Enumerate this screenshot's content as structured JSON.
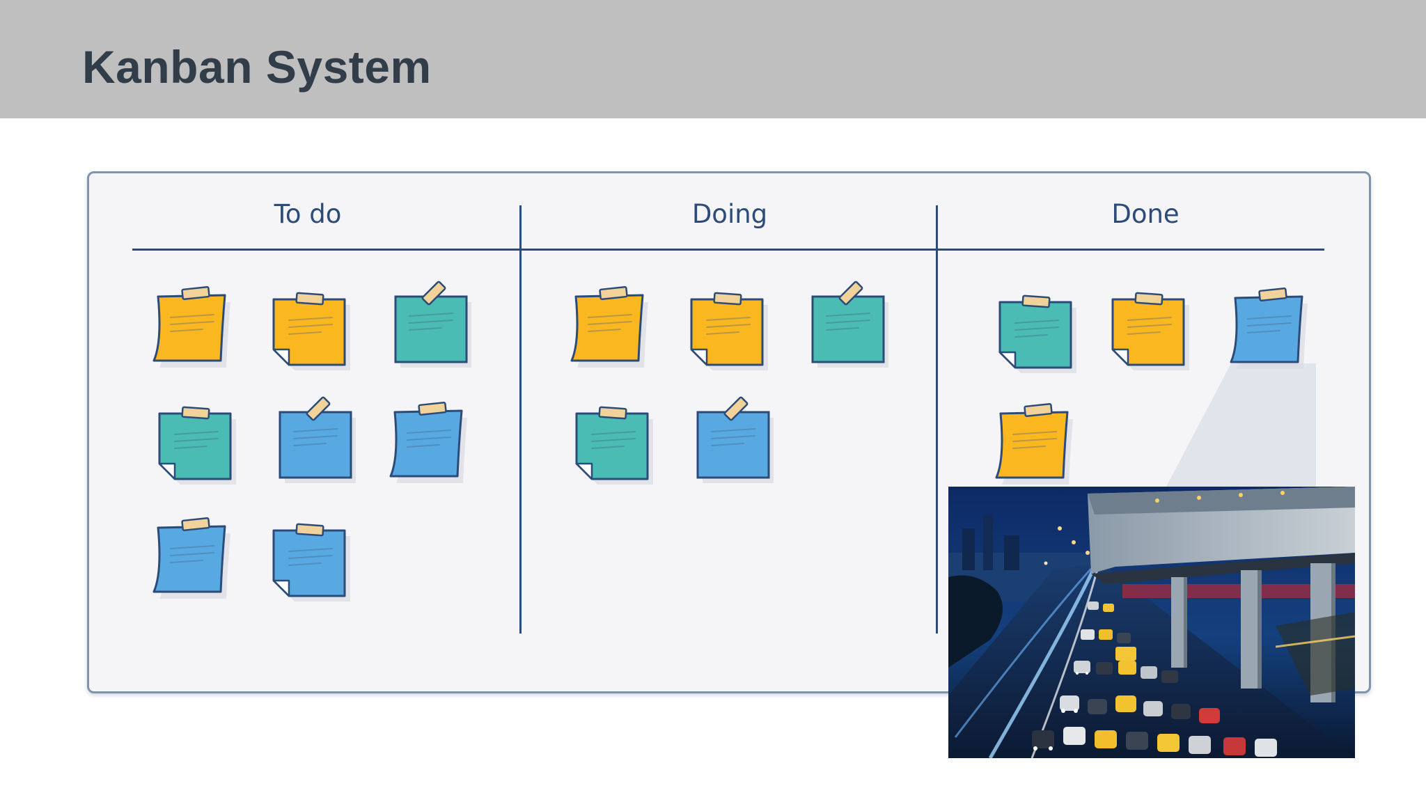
{
  "slide": {
    "title": "Kanban System"
  },
  "board": {
    "columns": [
      {
        "title": "To do"
      },
      {
        "title": "Doing"
      },
      {
        "title": "Done"
      }
    ]
  },
  "colors": {
    "header_band": "#bfbfbf",
    "title_text": "#323d4a",
    "board_line": "#2c4b78",
    "note_yellow": "#fbb720",
    "note_teal": "#4bbcb3",
    "note_blue": "#58a9e1",
    "tape": "#f1d39a"
  },
  "notes": {
    "todo": [
      "yellow",
      "yellow",
      "teal",
      "teal",
      "blue",
      "blue",
      "blue",
      "blue"
    ],
    "doing": [
      "yellow",
      "yellow",
      "teal",
      "teal",
      "blue"
    ],
    "done": [
      "teal",
      "yellow",
      "blue",
      "yellow"
    ]
  },
  "photo": {
    "subject": "night-highway-traffic-photo"
  }
}
